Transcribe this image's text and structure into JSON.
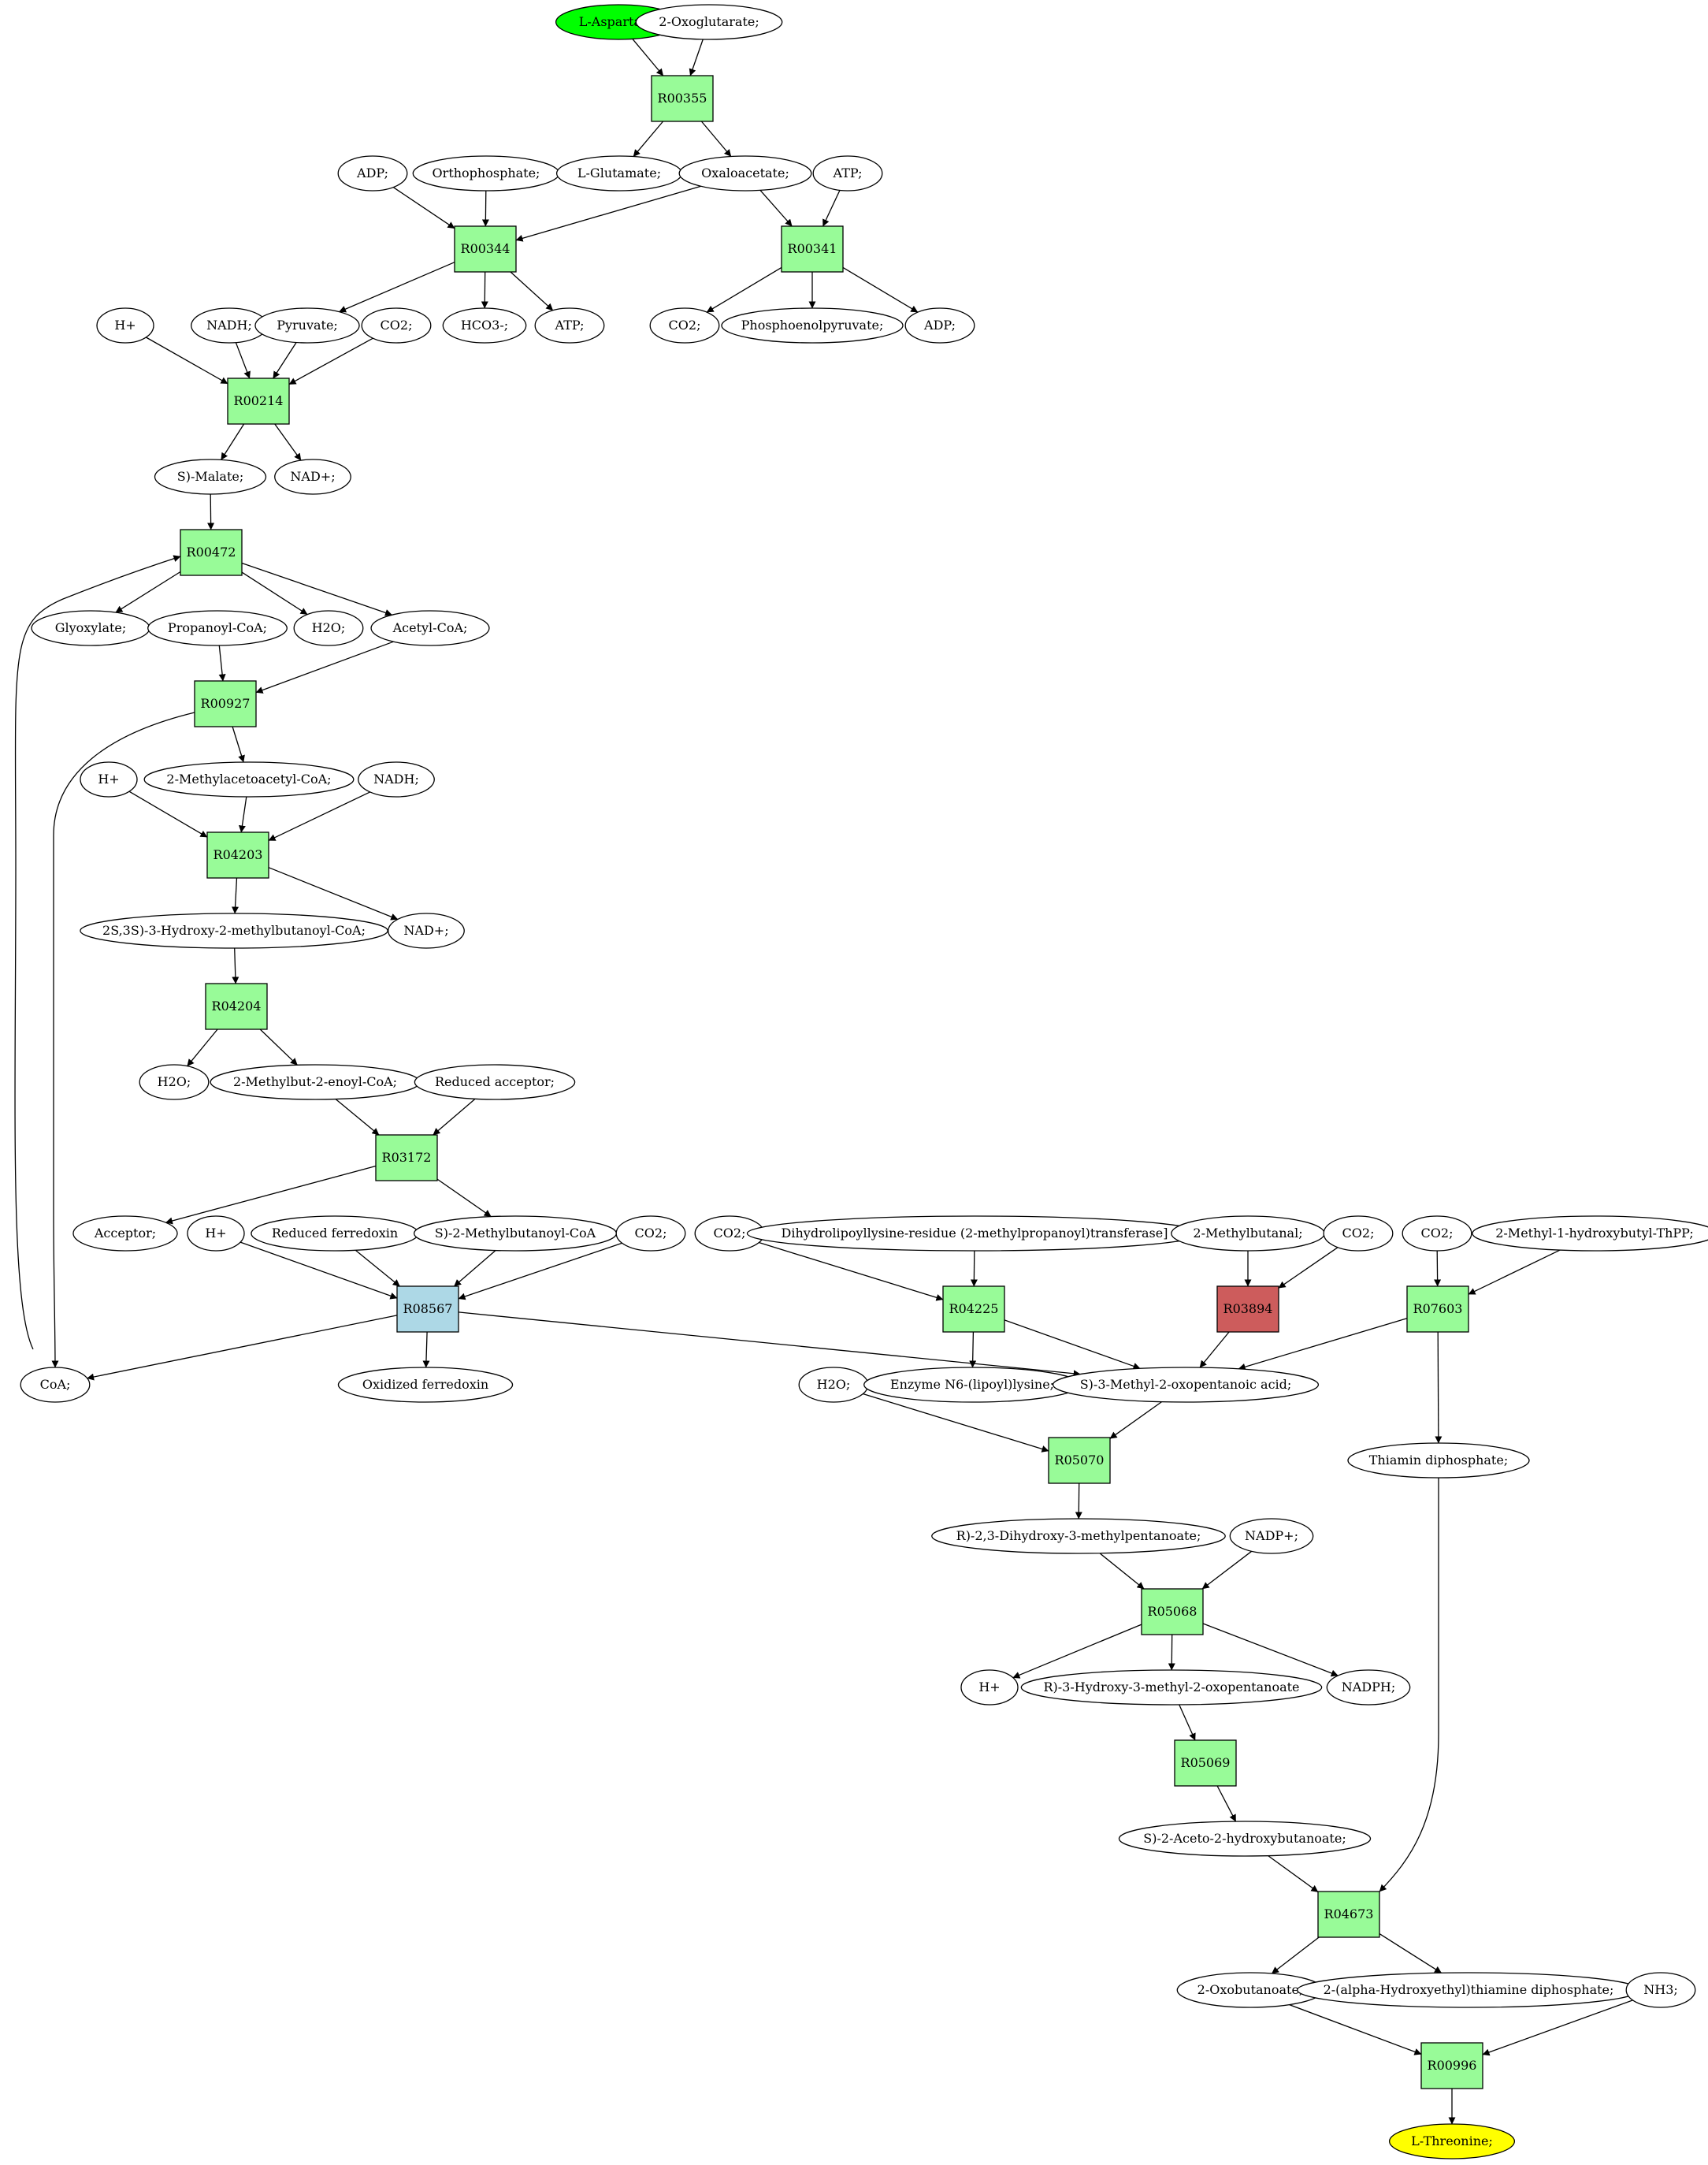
{
  "colors": {
    "reaction": "#98FB98",
    "reaction_alt_blue": "#ADD8E6",
    "reaction_alt_red": "#CD5C5C",
    "start_compound": "#00FF00",
    "end_compound": "#FFFF00",
    "compound": "#FFFFFF"
  },
  "nodes": [
    {
      "id": "c_asp",
      "kind": "compound",
      "label": "L-Aspartate;",
      "fill": "start_compound"
    },
    {
      "id": "c_2og",
      "kind": "compound",
      "label": "2-Oxoglutarate;"
    },
    {
      "id": "R00355",
      "kind": "reaction",
      "label": "R00355"
    },
    {
      "id": "c_adp1",
      "kind": "compound",
      "label": "ADP;"
    },
    {
      "id": "c_ortho",
      "kind": "compound",
      "label": "Orthophosphate;"
    },
    {
      "id": "c_glu",
      "kind": "compound",
      "label": "L-Glutamate;"
    },
    {
      "id": "c_oaa",
      "kind": "compound",
      "label": "Oxaloacetate;"
    },
    {
      "id": "c_atp1",
      "kind": "compound",
      "label": "ATP;"
    },
    {
      "id": "R00344",
      "kind": "reaction",
      "label": "R00344"
    },
    {
      "id": "R00341",
      "kind": "reaction",
      "label": "R00341"
    },
    {
      "id": "c_h1",
      "kind": "compound",
      "label": "H+"
    },
    {
      "id": "c_nadh1",
      "kind": "compound",
      "label": "NADH;"
    },
    {
      "id": "c_pyr",
      "kind": "compound",
      "label": "Pyruvate;"
    },
    {
      "id": "c_co2a",
      "kind": "compound",
      "label": "CO2;"
    },
    {
      "id": "c_hco3",
      "kind": "compound",
      "label": "HCO3-;"
    },
    {
      "id": "c_atp2",
      "kind": "compound",
      "label": "ATP;"
    },
    {
      "id": "c_co2b",
      "kind": "compound",
      "label": "CO2;"
    },
    {
      "id": "c_pep",
      "kind": "compound",
      "label": "Phosphoenolpyruvate;"
    },
    {
      "id": "c_adp2",
      "kind": "compound",
      "label": "ADP;"
    },
    {
      "id": "R00214",
      "kind": "reaction",
      "label": "R00214"
    },
    {
      "id": "c_mal",
      "kind": "compound",
      "label": "S)-Malate;"
    },
    {
      "id": "c_nad1",
      "kind": "compound",
      "label": "NAD+;"
    },
    {
      "id": "R00472",
      "kind": "reaction",
      "label": "R00472"
    },
    {
      "id": "c_glyox",
      "kind": "compound",
      "label": "Glyoxylate;"
    },
    {
      "id": "c_propcoa",
      "kind": "compound",
      "label": "Propanoyl-CoA;"
    },
    {
      "id": "c_h2o1",
      "kind": "compound",
      "label": "H2O;"
    },
    {
      "id": "c_accoa",
      "kind": "compound",
      "label": "Acetyl-CoA;"
    },
    {
      "id": "R00927",
      "kind": "reaction",
      "label": "R00927"
    },
    {
      "id": "c_h2",
      "kind": "compound",
      "label": "H+"
    },
    {
      "id": "c_2maacoa",
      "kind": "compound",
      "label": "2-Methylacetoacetyl-CoA;"
    },
    {
      "id": "c_nadh2",
      "kind": "compound",
      "label": "NADH;"
    },
    {
      "id": "R04203",
      "kind": "reaction",
      "label": "R04203"
    },
    {
      "id": "c_hmbcoa",
      "kind": "compound",
      "label": "2S,3S)-3-Hydroxy-2-methylbutanoyl-CoA;"
    },
    {
      "id": "c_nad2",
      "kind": "compound",
      "label": "NAD+;"
    },
    {
      "id": "R04204",
      "kind": "reaction",
      "label": "R04204"
    },
    {
      "id": "c_h2o2",
      "kind": "compound",
      "label": "H2O;"
    },
    {
      "id": "c_2mbecoa",
      "kind": "compound",
      "label": "2-Methylbut-2-enoyl-CoA;"
    },
    {
      "id": "c_redacc",
      "kind": "compound",
      "label": "Reduced acceptor;"
    },
    {
      "id": "R03172",
      "kind": "reaction",
      "label": "R03172"
    },
    {
      "id": "c_acc",
      "kind": "compound",
      "label": "Acceptor;"
    },
    {
      "id": "c_h3",
      "kind": "compound",
      "label": "H+"
    },
    {
      "id": "c_redfd",
      "kind": "compound",
      "label": "Reduced ferredoxin"
    },
    {
      "id": "c_smbcoa",
      "kind": "compound",
      "label": "S)-2-Methylbutanoyl-CoA"
    },
    {
      "id": "c_co2c",
      "kind": "compound",
      "label": "CO2;"
    },
    {
      "id": "c_co2d",
      "kind": "compound",
      "label": "CO2;"
    },
    {
      "id": "c_dlys",
      "kind": "compound",
      "label": "Dihydrolipoyllysine-residue (2-methylpropanoyl)transferase]"
    },
    {
      "id": "c_2mbal",
      "kind": "compound",
      "label": "2-Methylbutanal;"
    },
    {
      "id": "c_co2e",
      "kind": "compound",
      "label": "CO2;"
    },
    {
      "id": "c_co2f",
      "kind": "compound",
      "label": "CO2;"
    },
    {
      "id": "c_mhbthpp",
      "kind": "compound",
      "label": "2-Methyl-1-hydroxybutyl-ThPP;"
    },
    {
      "id": "R08567",
      "kind": "reaction",
      "label": "R08567",
      "fill": "reaction_alt_blue"
    },
    {
      "id": "R04225",
      "kind": "reaction",
      "label": "R04225"
    },
    {
      "id": "R03894",
      "kind": "reaction",
      "label": "R03894",
      "fill": "reaction_alt_red"
    },
    {
      "id": "R07603",
      "kind": "reaction",
      "label": "R07603"
    },
    {
      "id": "c_coa",
      "kind": "compound",
      "label": "CoA;"
    },
    {
      "id": "c_oxfd",
      "kind": "compound",
      "label": "Oxidized ferredoxin"
    },
    {
      "id": "c_h2o3",
      "kind": "compound",
      "label": "H2O;"
    },
    {
      "id": "c_enzlip",
      "kind": "compound",
      "label": "Enzyme N6-(lipoyl)lysine;"
    },
    {
      "id": "c_smop",
      "kind": "compound",
      "label": "S)-3-Methyl-2-oxopentanoic acid;"
    },
    {
      "id": "c_thdp",
      "kind": "compound",
      "label": "Thiamin diphosphate;"
    },
    {
      "id": "R05070",
      "kind": "reaction",
      "label": "R05070"
    },
    {
      "id": "c_rdhmp",
      "kind": "compound",
      "label": "R)-2,3-Dihydroxy-3-methylpentanoate;"
    },
    {
      "id": "c_nadp",
      "kind": "compound",
      "label": "NADP+;"
    },
    {
      "id": "R05068",
      "kind": "reaction",
      "label": "R05068"
    },
    {
      "id": "c_h4",
      "kind": "compound",
      "label": "H+"
    },
    {
      "id": "c_rhmop",
      "kind": "compound",
      "label": "R)-3-Hydroxy-3-methyl-2-oxopentanoate"
    },
    {
      "id": "c_nadph",
      "kind": "compound",
      "label": "NADPH;"
    },
    {
      "id": "R05069",
      "kind": "reaction",
      "label": "R05069"
    },
    {
      "id": "c_sahb",
      "kind": "compound",
      "label": "S)-2-Aceto-2-hydroxybutanoate;"
    },
    {
      "id": "R04673",
      "kind": "reaction",
      "label": "R04673"
    },
    {
      "id": "c_2ob",
      "kind": "compound",
      "label": "2-Oxobutanoate;"
    },
    {
      "id": "c_2hetdp",
      "kind": "compound",
      "label": "2-(alpha-Hydroxyethyl)thiamine diphosphate;"
    },
    {
      "id": "c_nh3",
      "kind": "compound",
      "label": "NH3;"
    },
    {
      "id": "R00996",
      "kind": "reaction",
      "label": "R00996"
    },
    {
      "id": "c_thr",
      "kind": "compound",
      "label": "L-Threonine;",
      "fill": "end_compound"
    }
  ],
  "edges": [
    [
      "c_asp",
      "R00355"
    ],
    [
      "c_2og",
      "R00355"
    ],
    [
      "R00355",
      "c_glu"
    ],
    [
      "R00355",
      "c_oaa"
    ],
    [
      "c_adp1",
      "R00344"
    ],
    [
      "c_ortho",
      "R00344"
    ],
    [
      "c_oaa",
      "R00344"
    ],
    [
      "c_oaa",
      "R00341"
    ],
    [
      "c_atp1",
      "R00341"
    ],
    [
      "R00344",
      "c_pyr"
    ],
    [
      "R00344",
      "c_hco3"
    ],
    [
      "R00344",
      "c_atp2"
    ],
    [
      "R00341",
      "c_co2b"
    ],
    [
      "R00341",
      "c_pep"
    ],
    [
      "R00341",
      "c_adp2"
    ],
    [
      "c_h1",
      "R00214"
    ],
    [
      "c_nadh1",
      "R00214"
    ],
    [
      "c_pyr",
      "R00214"
    ],
    [
      "c_co2a",
      "R00214"
    ],
    [
      "R00214",
      "c_mal"
    ],
    [
      "R00214",
      "c_nad1"
    ],
    [
      "c_mal",
      "R00472"
    ],
    [
      "c_coa",
      "R00472"
    ],
    [
      "R00472",
      "c_glyox"
    ],
    [
      "R00472",
      "c_h2o1"
    ],
    [
      "R00472",
      "c_accoa"
    ],
    [
      "c_propcoa",
      "R00927"
    ],
    [
      "c_accoa",
      "R00927"
    ],
    [
      "R00927",
      "c_2maacoa"
    ],
    [
      "R00927",
      "c_coa"
    ],
    [
      "c_h2",
      "R04203"
    ],
    [
      "c_2maacoa",
      "R04203"
    ],
    [
      "c_nadh2",
      "R04203"
    ],
    [
      "R04203",
      "c_hmbcoa"
    ],
    [
      "R04203",
      "c_nad2"
    ],
    [
      "c_hmbcoa",
      "R04204"
    ],
    [
      "R04204",
      "c_h2o2"
    ],
    [
      "R04204",
      "c_2mbecoa"
    ],
    [
      "c_2mbecoa",
      "R03172"
    ],
    [
      "c_redacc",
      "R03172"
    ],
    [
      "R03172",
      "c_acc"
    ],
    [
      "R03172",
      "c_smbcoa"
    ],
    [
      "c_h3",
      "R08567"
    ],
    [
      "c_redfd",
      "R08567"
    ],
    [
      "c_smbcoa",
      "R08567"
    ],
    [
      "c_co2c",
      "R08567"
    ],
    [
      "R08567",
      "c_coa"
    ],
    [
      "R08567",
      "c_oxfd"
    ],
    [
      "R08567",
      "c_smop"
    ],
    [
      "c_co2d",
      "R04225"
    ],
    [
      "c_dlys",
      "R04225"
    ],
    [
      "R04225",
      "c_enzlip"
    ],
    [
      "R04225",
      "c_smop"
    ],
    [
      "c_2mbal",
      "R03894"
    ],
    [
      "c_co2e",
      "R03894"
    ],
    [
      "R03894",
      "c_smop"
    ],
    [
      "c_co2f",
      "R07603"
    ],
    [
      "c_mhbthpp",
      "R07603"
    ],
    [
      "R07603",
      "c_smop"
    ],
    [
      "R07603",
      "c_thdp"
    ],
    [
      "c_h2o3",
      "R05070"
    ],
    [
      "c_smop",
      "R05070"
    ],
    [
      "R05070",
      "c_rdhmp"
    ],
    [
      "c_rdhmp",
      "R05068"
    ],
    [
      "c_nadp",
      "R05068"
    ],
    [
      "R05068",
      "c_h4"
    ],
    [
      "R05068",
      "c_rhmop"
    ],
    [
      "R05068",
      "c_nadph"
    ],
    [
      "c_rhmop",
      "R05069"
    ],
    [
      "R05069",
      "c_sahb"
    ],
    [
      "c_sahb",
      "R04673"
    ],
    [
      "c_thdp",
      "R04673"
    ],
    [
      "R04673",
      "c_2ob"
    ],
    [
      "R04673",
      "c_2hetdp"
    ],
    [
      "c_2ob",
      "R00996"
    ],
    [
      "c_nh3",
      "R00996"
    ],
    [
      "R00996",
      "c_thr"
    ]
  ]
}
